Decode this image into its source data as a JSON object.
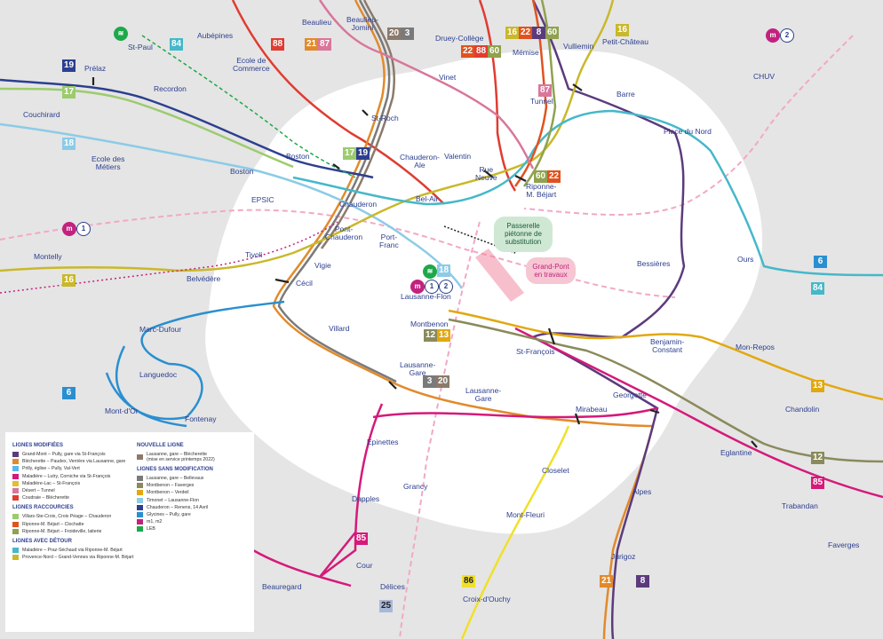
{
  "stops": [
    {
      "id": "beaulieu",
      "name": "Beaulieu"
    },
    {
      "id": "beaulieu-jomini",
      "name": "Beaulieu-\nJomini"
    },
    {
      "id": "aubepines",
      "name": "Aubépines"
    },
    {
      "id": "st-paul",
      "name": "St-Paul"
    },
    {
      "id": "prelaz",
      "name": "Prélaz"
    },
    {
      "id": "recordon",
      "name": "Recordon"
    },
    {
      "id": "couchirard",
      "name": "Couchirard"
    },
    {
      "id": "ecole-commerce",
      "name": "Ecole de\nCommerce"
    },
    {
      "id": "ecole-metiers",
      "name": "Ecole des\nMétiers"
    },
    {
      "id": "st-roch",
      "name": "St-Roch"
    },
    {
      "id": "druey",
      "name": "Druey-Collège"
    },
    {
      "id": "memise",
      "name": "Mémise"
    },
    {
      "id": "vulliemin",
      "name": "Vulliemin"
    },
    {
      "id": "petit-chateau",
      "name": "Petit-Château"
    },
    {
      "id": "chuv",
      "name": "CHUV"
    },
    {
      "id": "vinet",
      "name": "Vinet"
    },
    {
      "id": "tunnel",
      "name": "Tunnel"
    },
    {
      "id": "barre",
      "name": "Barre"
    },
    {
      "id": "place-nord",
      "name": "Place du Nord"
    },
    {
      "id": "boston",
      "name": "Boston"
    },
    {
      "id": "boston2",
      "name": "Boston"
    },
    {
      "id": "chauderon-ale",
      "name": "Chauderon-\nAle"
    },
    {
      "id": "valentin",
      "name": "Valentin"
    },
    {
      "id": "rue-neuve",
      "name": "Rue\nNeuve"
    },
    {
      "id": "riponne",
      "name": "Riponne-\nM. Béjart"
    },
    {
      "id": "epsic",
      "name": "EPSIC"
    },
    {
      "id": "chauderon",
      "name": "Chauderon"
    },
    {
      "id": "bel-air",
      "name": "Bel-Air"
    },
    {
      "id": "pont-chauderon",
      "name": "Pont-\nChauderon"
    },
    {
      "id": "port-franc",
      "name": "Port-\nFranc"
    },
    {
      "id": "montelly",
      "name": "Montelly"
    },
    {
      "id": "tivoli",
      "name": "Tivoli"
    },
    {
      "id": "vigie",
      "name": "Vigie"
    },
    {
      "id": "belvedere",
      "name": "Belvédère"
    },
    {
      "id": "cecil",
      "name": "Cécil"
    },
    {
      "id": "lausanne-flon",
      "name": "Lausanne-Flon"
    },
    {
      "id": "bessieres",
      "name": "Bessières"
    },
    {
      "id": "ours",
      "name": "Ours"
    },
    {
      "id": "montbenon",
      "name": "Montbenon"
    },
    {
      "id": "marc-dufour",
      "name": "Marc-Dufour"
    },
    {
      "id": "villard",
      "name": "Villard"
    },
    {
      "id": "st-francois",
      "name": "St-François"
    },
    {
      "id": "benjamin",
      "name": "Benjamin-\nConstant"
    },
    {
      "id": "mon-repos",
      "name": "Mon-Repos"
    },
    {
      "id": "languedoc",
      "name": "Languedoc"
    },
    {
      "id": "lausanne-gare1",
      "name": "Lausanne-\nGare"
    },
    {
      "id": "lausanne-gare2",
      "name": "Lausanne-\nGare"
    },
    {
      "id": "georgette",
      "name": "Georgette"
    },
    {
      "id": "mont-dor",
      "name": "Mont-d'Or"
    },
    {
      "id": "fontenay",
      "name": "Fontenay"
    },
    {
      "id": "mirabeau",
      "name": "Mirabeau"
    },
    {
      "id": "chandolin",
      "name": "Chandolin"
    },
    {
      "id": "epinettes",
      "name": "Epinettes"
    },
    {
      "id": "eglantine",
      "name": "Eglantine"
    },
    {
      "id": "closelet",
      "name": "Closelet"
    },
    {
      "id": "grancy",
      "name": "Grancy"
    },
    {
      "id": "alpes",
      "name": "Alpes"
    },
    {
      "id": "dapples",
      "name": "Dapples"
    },
    {
      "id": "trabandan",
      "name": "Trabandan"
    },
    {
      "id": "mont-fleuri",
      "name": "Mont-Fleuri"
    },
    {
      "id": "faverges",
      "name": "Faverges"
    },
    {
      "id": "cour",
      "name": "Cour"
    },
    {
      "id": "jurigoz",
      "name": "Jurigoz"
    },
    {
      "id": "beauregard",
      "name": "Beauregard"
    },
    {
      "id": "delices",
      "name": "Délices"
    },
    {
      "id": "croix-ouchy",
      "name": "Croix-d'Ouchy"
    }
  ],
  "badges": [
    {
      "id": "b-20a",
      "label": "20",
      "color": "#8b7a6b"
    },
    {
      "id": "b-3a",
      "label": "3",
      "color": "#7a7a7a"
    },
    {
      "id": "b-88a",
      "label": "88",
      "color": "#e03c31"
    },
    {
      "id": "b-21a",
      "label": "21",
      "color": "#e28a2b"
    },
    {
      "id": "b-87a",
      "label": "87",
      "color": "#d9769b"
    },
    {
      "id": "b-22a",
      "label": "22",
      "color": "#e0531f"
    },
    {
      "id": "b-88b",
      "label": "88",
      "color": "#e03c31"
    },
    {
      "id": "b-60a",
      "label": "60",
      "color": "#8fa24e"
    },
    {
      "id": "b-16a",
      "label": "16",
      "color": "#c9b82a"
    },
    {
      "id": "b-22b",
      "label": "22",
      "color": "#e0531f"
    },
    {
      "id": "b-8a",
      "label": "8",
      "color": "#5c3b7d"
    },
    {
      "id": "b-60b",
      "label": "60",
      "color": "#8fa24e"
    },
    {
      "id": "b-16b",
      "label": "16",
      "color": "#c9b82a"
    },
    {
      "id": "b-84",
      "label": "84",
      "color": "#45b8c9"
    },
    {
      "id": "b-19a",
      "label": "19",
      "color": "#2c3f8f"
    },
    {
      "id": "b-17a",
      "label": "17",
      "color": "#9ccb6e"
    },
    {
      "id": "b-18a",
      "label": "18",
      "color": "#8ccbe6"
    },
    {
      "id": "b-87b",
      "label": "87",
      "color": "#d9769b"
    },
    {
      "id": "b-17b",
      "label": "17",
      "color": "#9ccb6e"
    },
    {
      "id": "b-19b",
      "label": "19",
      "color": "#2c3f8f"
    },
    {
      "id": "b-60c",
      "label": "60",
      "color": "#8fa24e"
    },
    {
      "id": "b-22c",
      "label": "22",
      "color": "#e0531f"
    },
    {
      "id": "b-16c",
      "label": "16",
      "color": "#c9b82a"
    },
    {
      "id": "b-18b",
      "label": "18",
      "color": "#8ccbe6"
    },
    {
      "id": "b-6a",
      "label": "6",
      "color": "#2a8fd0"
    },
    {
      "id": "b-84b",
      "label": "84",
      "color": "#45b8c9"
    },
    {
      "id": "b-12a",
      "label": "12",
      "color": "#8a8a5c"
    },
    {
      "id": "b-13a",
      "label": "13",
      "color": "#e2a80f"
    },
    {
      "id": "b-6b",
      "label": "6",
      "color": "#2a8fd0"
    },
    {
      "id": "b-3b",
      "label": "3",
      "color": "#7a7a7a"
    },
    {
      "id": "b-20b",
      "label": "20",
      "color": "#8b7a6b"
    },
    {
      "id": "b-13b",
      "label": "13",
      "color": "#e2a80f"
    },
    {
      "id": "b-12b",
      "label": "12",
      "color": "#8a8a5c"
    },
    {
      "id": "b-85a",
      "label": "85",
      "color": "#d6197a"
    },
    {
      "id": "b-85b",
      "label": "85",
      "color": "#d6197a"
    },
    {
      "id": "b-21b",
      "label": "21",
      "color": "#e28a2b"
    },
    {
      "id": "b-8b",
      "label": "8",
      "color": "#5c3b7d"
    },
    {
      "id": "b-86",
      "label": "86",
      "color": "#f0e02a"
    },
    {
      "id": "b-25",
      "label": "25",
      "color": "#a8b8d8"
    }
  ],
  "symbols": {
    "leb": "LEB",
    "m1": "1",
    "m2": "2",
    "metro": "m"
  },
  "notes": {
    "passerelle": "Passerelle\npiétonne de\nsubstitution",
    "grand_pont": "Grand-Pont\nen travaux"
  },
  "legend": {
    "modified_title": "LIGNES MODIFIÉES",
    "modified": [
      {
        "label": "Grand-Mont – Pully, gare via St-François",
        "color": "#5c3b7d"
      },
      {
        "label": "Blécherette – Paudex, Verrière via Lausanne, gare",
        "color": "#e28a2b"
      },
      {
        "label": "Prilly, église – Pully, Val-Vert",
        "color": "#5ab8e8"
      },
      {
        "label": "Maladière – Lutry, Corniche via St-François",
        "color": "#d6197a"
      },
      {
        "label": "Maladière-Lac – St-François",
        "color": "#e2c02a"
      },
      {
        "label": "Désert – Tunnel",
        "color": "#d9769b"
      },
      {
        "label": "Coudraie – Blécherette",
        "color": "#e03c31"
      }
    ],
    "shortened_title": "LIGNES RACCOURCIES",
    "shortened": [
      {
        "label": "Villars-Ste-Croix, Croix Péage – Chauderon",
        "color": "#9ccb6e"
      },
      {
        "label": "Riponne-M. Béjart – Clochatte",
        "color": "#e0531f"
      },
      {
        "label": "Riponne-M. Béjart – Froideville, laiterie",
        "color": "#8fa24e"
      }
    ],
    "detour_title": "LIGNES AVEC DÉTOUR",
    "detour": [
      {
        "label": "Maladière – Praz-Séchaud via Riponne-M. Béjart",
        "color": "#45b8c9"
      },
      {
        "label": "Provence-Nord – Grand-Vennes via Riponne-M. Béjart",
        "color": "#c9b82a"
      }
    ],
    "new_title": "NOUVELLE LIGNE",
    "new": [
      {
        "label": "Lausanne, gare – Blécherette\n(mise en service printemps 2022)",
        "color": "#8b7a6b"
      }
    ],
    "unchanged_title": "LIGNES SANS MODIFICATION",
    "unchanged": [
      {
        "label": "Lausanne, gare – Bellevaux",
        "color": "#7a7a7a"
      },
      {
        "label": "Montbenon – Faverges",
        "color": "#8a8a5c"
      },
      {
        "label": "Montbenon – Verdeil",
        "color": "#e2a80f"
      },
      {
        "label": "Timonet – Lausanne-Flon",
        "color": "#8ccbe6"
      },
      {
        "label": "Chauderon – Renens, 14 Avril",
        "color": "#2c3f8f"
      },
      {
        "label": "Glycines – Pully, gare",
        "color": "#2a8fd0"
      },
      {
        "label": "m1, m2",
        "color": "#c2227e"
      },
      {
        "label": "LEB",
        "color": "#1ea84a"
      }
    ]
  }
}
